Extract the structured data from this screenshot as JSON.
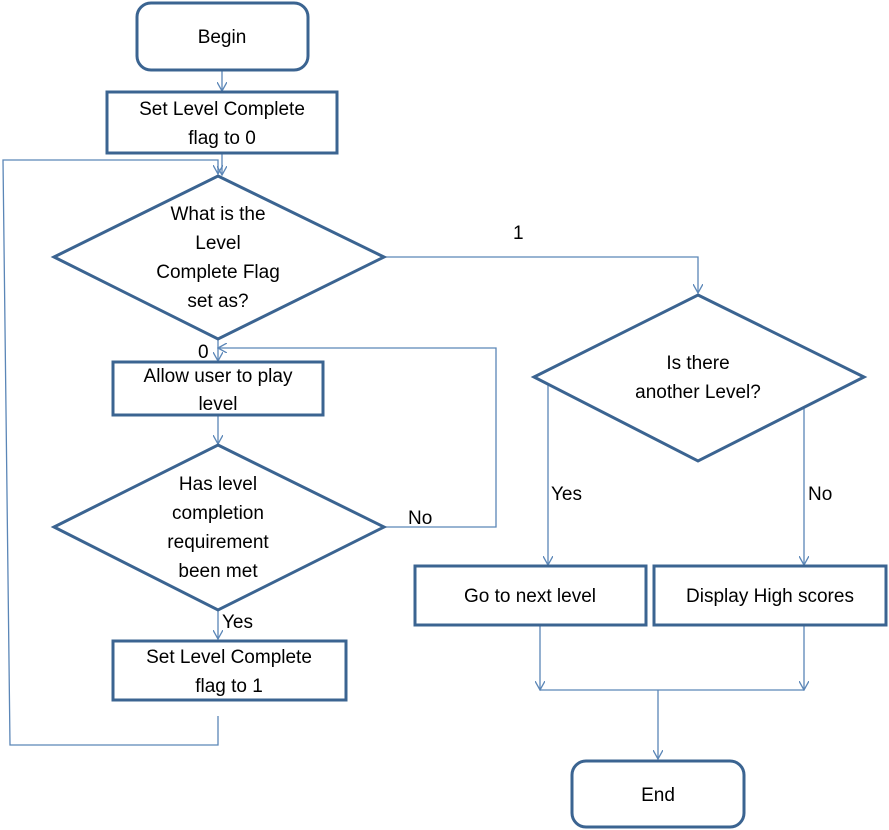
{
  "diagram": {
    "nodes": {
      "begin": {
        "type": "terminal",
        "lines": [
          "Begin"
        ]
      },
      "set_flag_0": {
        "type": "process",
        "lines": [
          "Set Level Complete",
          "flag to 0"
        ]
      },
      "decision_flag": {
        "type": "decision",
        "lines": [
          "What is the",
          "Level",
          "Complete Flag",
          "set as?"
        ]
      },
      "allow_play": {
        "type": "process",
        "lines": [
          "Allow user to play",
          "level"
        ]
      },
      "decision_complete": {
        "type": "decision",
        "lines": [
          "Has level",
          "completion",
          "requirement",
          "been met"
        ]
      },
      "set_flag_1": {
        "type": "process",
        "lines": [
          "Set Level Complete",
          "flag to 1"
        ]
      },
      "decision_another": {
        "type": "decision",
        "lines": [
          "Is there",
          "another Level?"
        ]
      },
      "next_level": {
        "type": "process",
        "lines": [
          "Go to next level"
        ]
      },
      "high_scores": {
        "type": "process",
        "lines": [
          "Display High scores"
        ]
      },
      "end": {
        "type": "terminal",
        "lines": [
          "End"
        ]
      }
    },
    "edge_labels": {
      "flag_is_1": "1",
      "flag_is_0": "0",
      "requirement_no": "No",
      "requirement_yes": "Yes",
      "another_yes": "Yes",
      "another_no": "No"
    },
    "colors": {
      "shape_border": "#3b6491",
      "connector": "#5b86b7",
      "text": "#000000"
    }
  }
}
